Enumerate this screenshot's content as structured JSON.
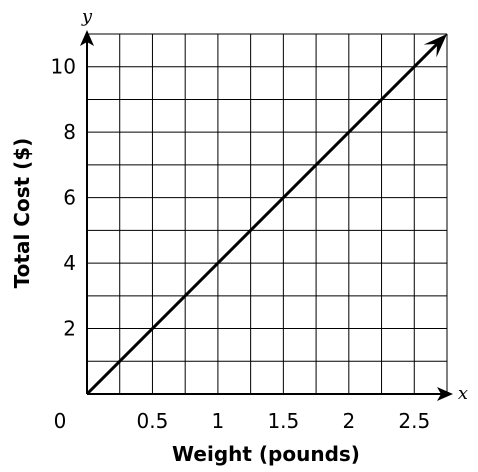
{
  "chart_data": {
    "type": "line",
    "xlabel": "Weight (pounds)",
    "ylabel": "Total Cost ($)",
    "x_var": "x",
    "y_var": "y",
    "origin_label": "0",
    "xlim": [
      0,
      2.75
    ],
    "ylim": [
      0,
      11
    ],
    "x_grid_step": 0.25,
    "y_grid_step": 1,
    "x_ticks": [
      0.5,
      1,
      1.5,
      2,
      2.5
    ],
    "x_tick_labels": [
      "0.5",
      "1",
      "1.5",
      "2",
      "2.5"
    ],
    "y_ticks": [
      2,
      4,
      6,
      8,
      10
    ],
    "y_tick_labels": [
      "2",
      "4",
      "6",
      "8",
      "10"
    ],
    "grid": true,
    "series": [
      {
        "x": [
          0,
          2.75
        ],
        "y": [
          0,
          11
        ]
      }
    ],
    "colors": {
      "line": "#000000",
      "grid": "#000000",
      "background": "#ffffff"
    }
  }
}
